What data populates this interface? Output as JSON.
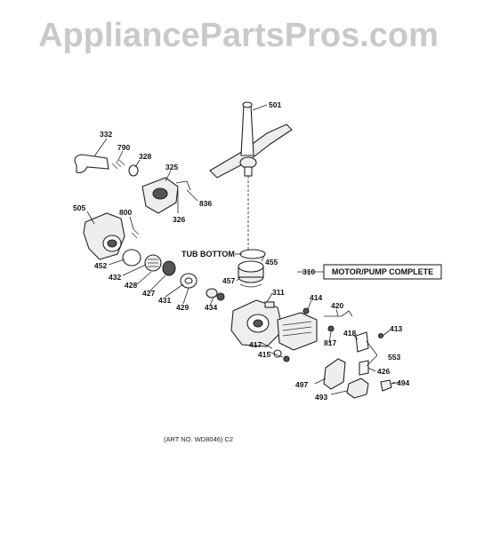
{
  "watermark": "AppliancePartsPros.com",
  "art_number": "(ART NO. WD8046) C2",
  "callouts": {
    "tub_bottom": "TUB BOTTOM",
    "motor_pump_complete": "MOTOR/PUMP COMPLETE"
  },
  "part_labels": [
    "501",
    "332",
    "790",
    "328",
    "325",
    "836",
    "326",
    "505",
    "800",
    "452",
    "432",
    "428",
    "427",
    "431",
    "429",
    "434",
    "455",
    "457",
    "311",
    "310",
    "414",
    "420",
    "413",
    "418",
    "553",
    "817",
    "417",
    "415",
    "426",
    "497",
    "494",
    "493"
  ]
}
